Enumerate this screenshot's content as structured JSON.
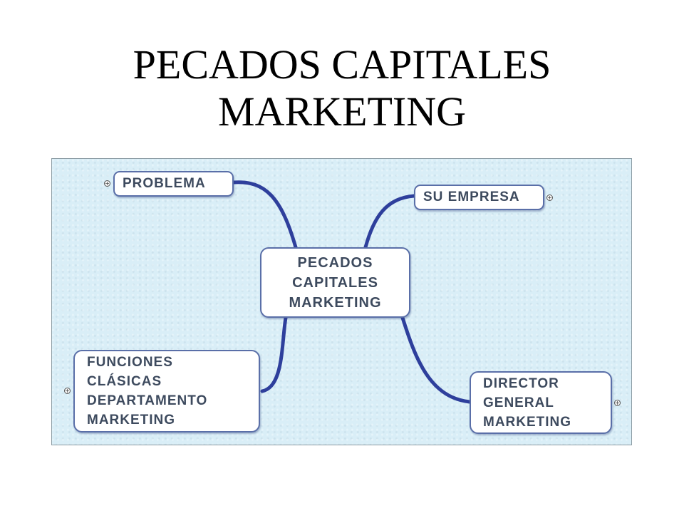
{
  "title": {
    "line1": "PECADOS CAPITALES",
    "line2": "MARKETING"
  },
  "mindmap": {
    "central": [
      "PECADOS",
      "CAPITALES",
      "MARKETING"
    ],
    "branches": {
      "problema": [
        "PROBLEMA"
      ],
      "su_empresa": [
        "SU EMPRESA"
      ],
      "funciones": [
        "FUNCIONES",
        "CLÁSICAS",
        "DEPARTAMENTO",
        "MARKETING"
      ],
      "director": [
        "DIRECTOR",
        "GENERAL",
        "MARKETING"
      ]
    },
    "expand_icon": "plus-circle-icon",
    "colors": {
      "background": "#d9eef7",
      "connector": "#2e3f9c",
      "node_border": "#5a6fa8",
      "node_text": "#3d4a5e"
    }
  }
}
